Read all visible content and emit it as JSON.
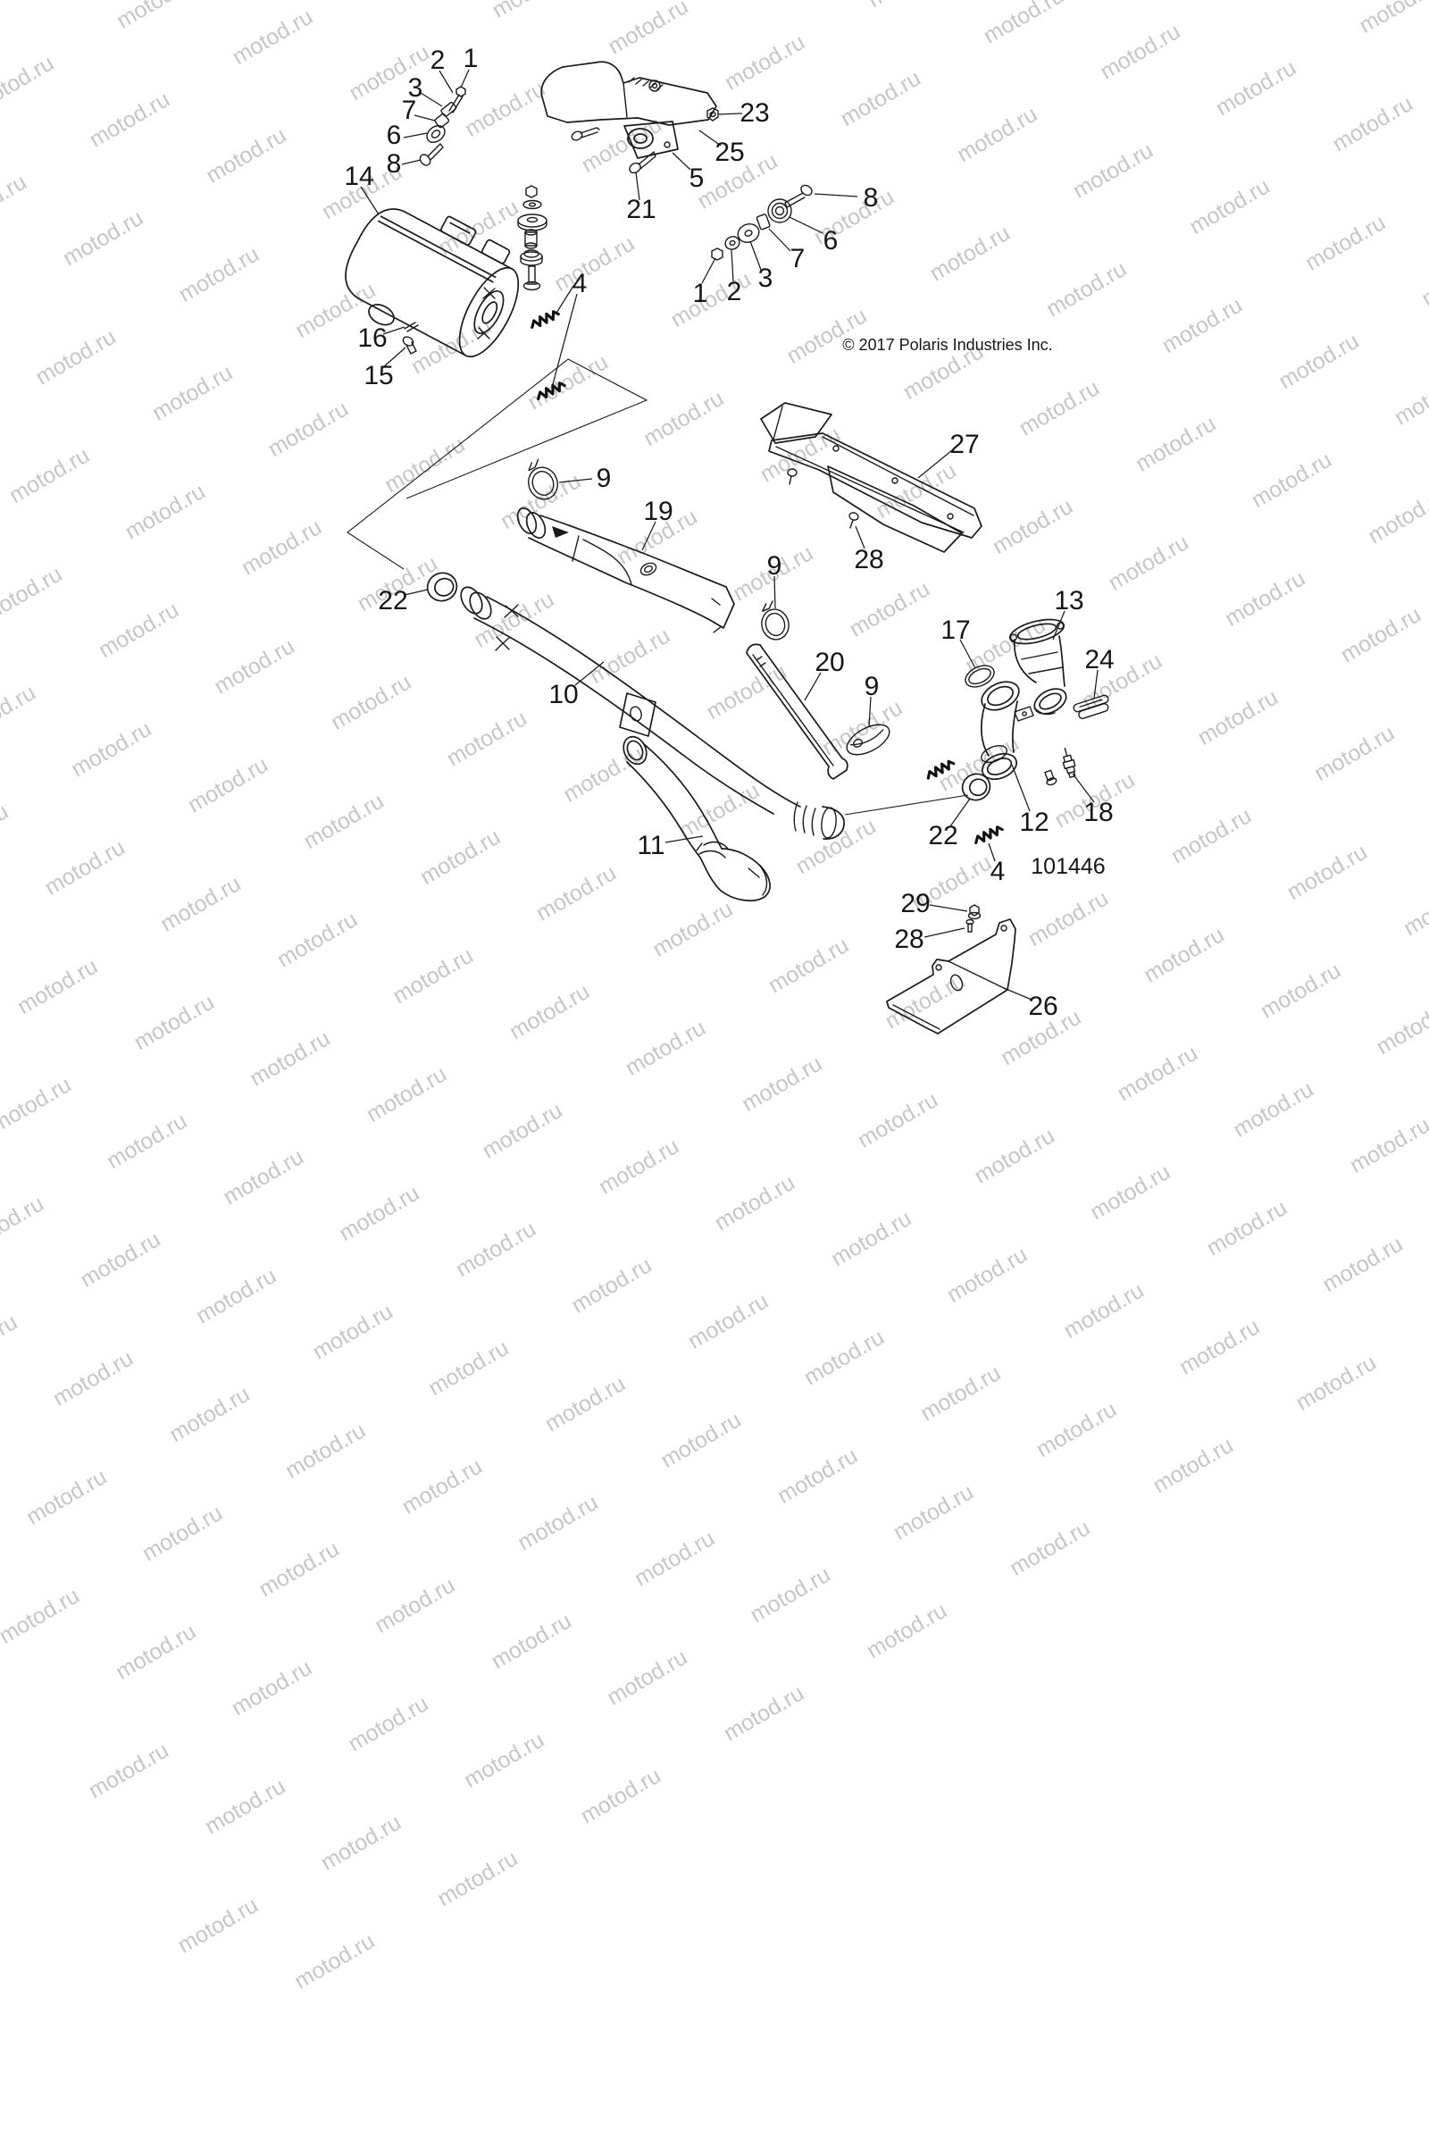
{
  "watermark": {
    "text": "motod.ru"
  },
  "copyright": "© 2017 Polaris Industries Inc.",
  "diagram_number": "101446",
  "callouts": {
    "c1a": "1",
    "c2a": "2",
    "c3a": "3",
    "c7a": "7",
    "c6a": "6",
    "c8a": "8",
    "c14": "14",
    "c16": "16",
    "c15": "15",
    "c23": "23",
    "c25": "25",
    "c5": "5",
    "c21": "21",
    "c8b": "8",
    "c6b": "6",
    "c7b": "7",
    "c3b": "3",
    "c2b": "2",
    "c1b": "1",
    "c4a": "4",
    "c9a": "9",
    "c22a": "22",
    "c19": "19",
    "c10": "10",
    "c27": "27",
    "c28a": "28",
    "c9b": "9",
    "c20": "20",
    "c9c": "9",
    "c13": "13",
    "c17": "17",
    "c24": "24",
    "c11": "11",
    "c22b": "22",
    "c12": "12",
    "c18": "18",
    "c4b": "4",
    "c29": "29",
    "c28b": "28",
    "c26": "26"
  }
}
